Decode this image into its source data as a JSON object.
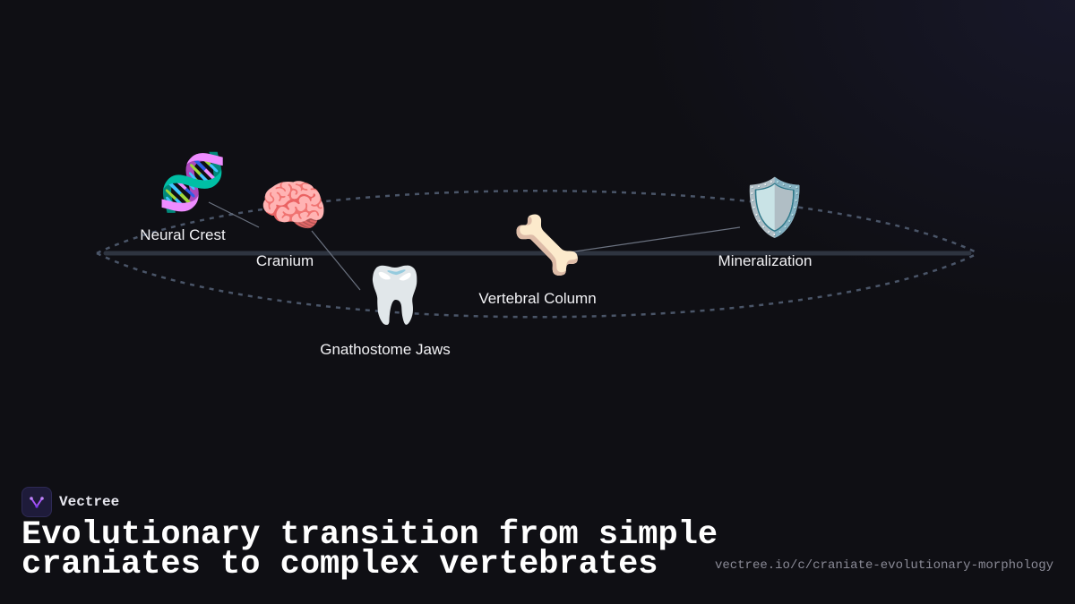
{
  "diagram": {
    "nodes": [
      {
        "id": "neural-crest",
        "label": "Neural Crest",
        "icon": "dna-icon",
        "glyph": "🧬"
      },
      {
        "id": "cranium",
        "label": "Cranium",
        "icon": "brain-icon",
        "glyph": "🧠"
      },
      {
        "id": "gnathostome-jaws",
        "label": "Gnathostome Jaws",
        "icon": "tooth-icon",
        "glyph": "🦷"
      },
      {
        "id": "vertebral-column",
        "label": "Vertebral Column",
        "icon": "bone-icon",
        "glyph": "🦴"
      },
      {
        "id": "mineralization",
        "label": "Mineralization",
        "icon": "shield-icon",
        "glyph": "🛡️"
      }
    ],
    "colors": {
      "axis": "#2e3440",
      "ellipse": "#4a5568",
      "connector": "#6b7280"
    }
  },
  "brand": {
    "name": "Vectree",
    "logo_color": "#a855f7"
  },
  "title": "Evolutionary transition from simple craniates to complex vertebrates",
  "source_url": "vectree.io/c/craniate-evolutionary-morphology"
}
